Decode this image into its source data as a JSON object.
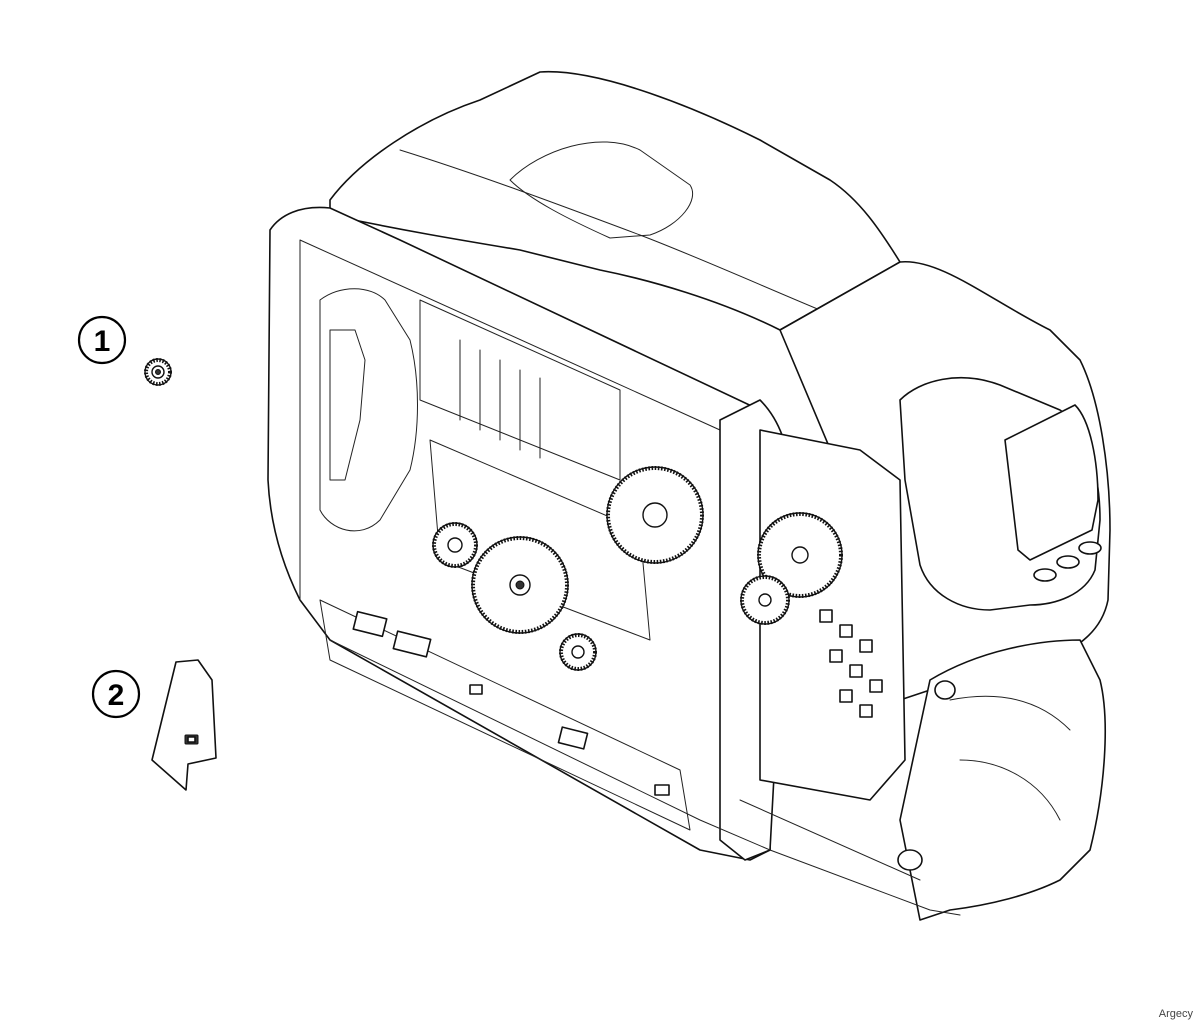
{
  "callouts": [
    {
      "label": "1"
    },
    {
      "label": "2"
    }
  ],
  "watermark": "Argecy"
}
